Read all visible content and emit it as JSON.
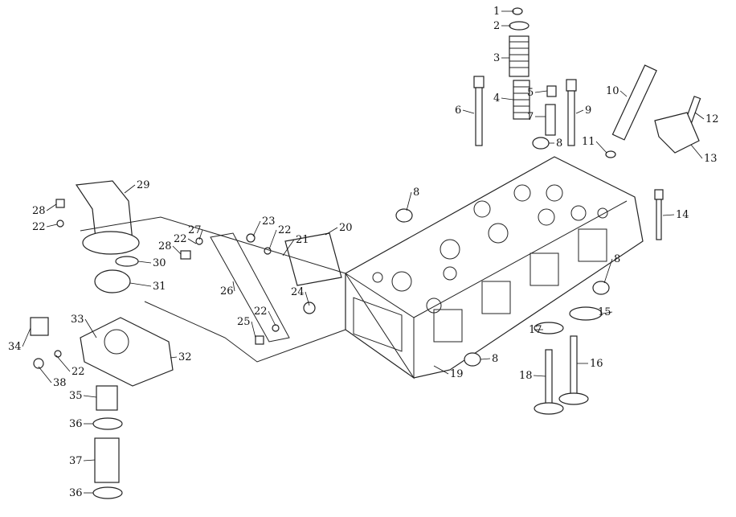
{
  "diagram": {
    "type": "exploded-parts-view",
    "labels": [
      "1",
      "2",
      "3",
      "4",
      "5",
      "6",
      "7",
      "8",
      "9",
      "10",
      "11",
      "12",
      "13",
      "14",
      "8",
      "8",
      "15",
      "16",
      "17",
      "18",
      "19",
      "8",
      "20",
      "21",
      "22",
      "23",
      "24",
      "25",
      "22",
      "26",
      "27",
      "28",
      "22",
      "29",
      "30",
      "31",
      "32",
      "33",
      "34",
      "22",
      "38",
      "35",
      "36",
      "37",
      "36",
      "28",
      "22"
    ]
  }
}
